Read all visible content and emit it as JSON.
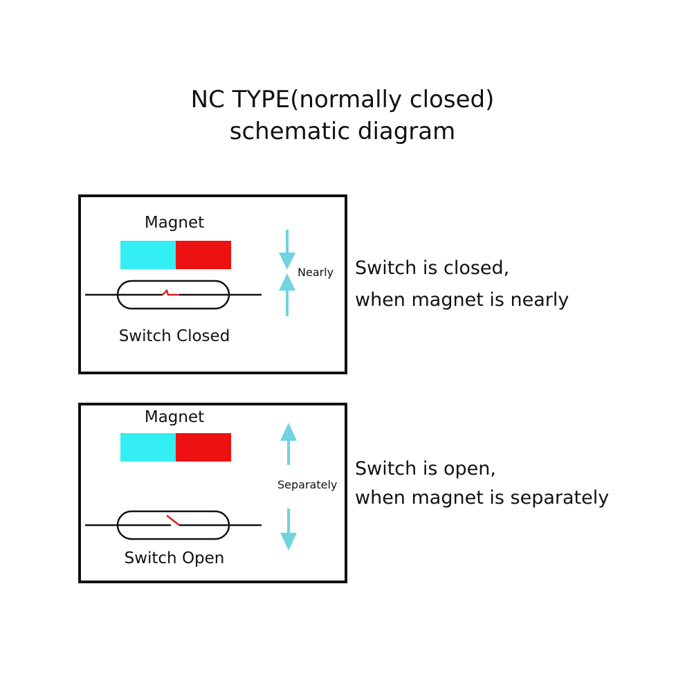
{
  "title": {
    "line1": "NC TYPE(normally closed)",
    "line2": "schematic diagram"
  },
  "colors": {
    "magnet_left": "#33eef2",
    "magnet_right": "#ee1111",
    "arrow": "#6fd3e0",
    "contact": "#d42020",
    "outline": "#111111"
  },
  "panels": [
    {
      "magnet_label": "Magnet",
      "switch_label": "Switch Closed",
      "switch_state": "closed",
      "motion_label": "Nearly",
      "caption_line1": "Switch is closed,",
      "caption_line2": "when magnet is nearly"
    },
    {
      "magnet_label": "Magnet",
      "switch_label": "Switch Open",
      "switch_state": "open",
      "motion_label": "Separately",
      "caption_line1": "Switch is open,",
      "caption_line2": "when magnet is separately"
    }
  ]
}
